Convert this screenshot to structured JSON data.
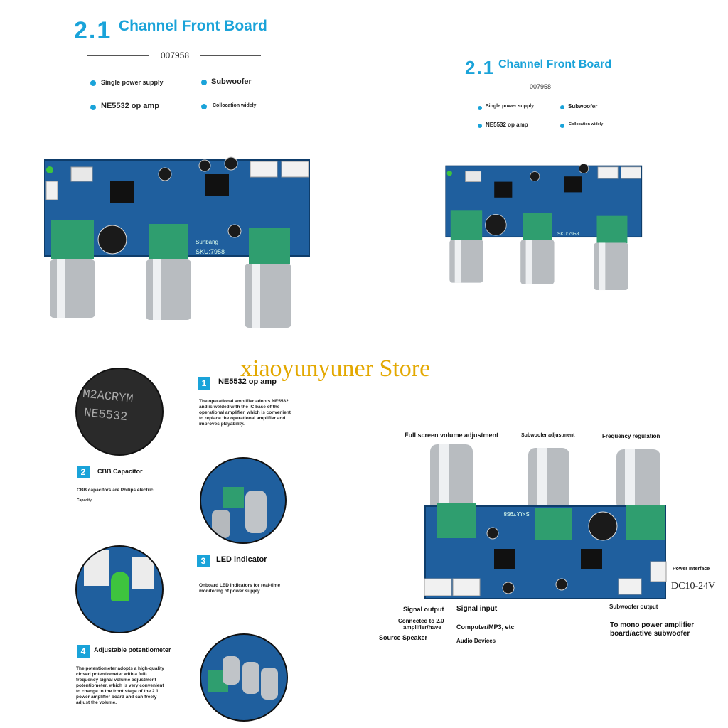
{
  "top_left": {
    "title_num": "2.1",
    "title_text": "Channel Front Board",
    "code": "007958",
    "features": [
      "Single power supply",
      "Subwoofer",
      "NE5532 op amp",
      "Collocation widely"
    ]
  },
  "top_right": {
    "title_num": "2.1",
    "title_text": "Channel Front Board",
    "code": "007958",
    "features": [
      "Single power supply",
      "Subwoofer",
      "NE5532 op amp",
      "Collocation widely"
    ]
  },
  "board_marks": {
    "brand": "Sunbang",
    "sku": "SKU:7958",
    "chip": "NE5532",
    "chip_top": "M2ACRYM"
  },
  "watermark": "xiaoyunyuner Store",
  "sections": [
    {
      "num": "1",
      "title": "NE5532 op amp",
      "desc": "The operational amplifier adopts NE5532 and is welded with the IC base of the operational amplifier, which is convenient to replace the operational amplifier and improves playability."
    },
    {
      "num": "2",
      "title": "CBB Capacitor",
      "desc": "CBB capacitors are Philips electric",
      "desc2": "Capacity"
    },
    {
      "num": "3",
      "title": "LED indicator",
      "desc": "Onboard LED indicators for real-time monitoring of power supply"
    },
    {
      "num": "4",
      "title": "Adjustable potentiometer",
      "desc": "The potentiometer adopts a high-quality closed potentiometer with a full-frequency signal volume adjustment potentiometer, which is very convenient to change to the front stage of the 2.1 power amplifier board and can freely adjust the volume."
    }
  ],
  "diagram": {
    "knob1": "Full screen volume adjustment",
    "knob2": "Subwoofer adjustment",
    "knob3": "Frequency regulation",
    "power_interface": "Power Interface",
    "voltage": "DC10-24V",
    "signal_output": "Signal output",
    "signal_output_desc1": "Connected to 2.0",
    "signal_output_desc2": "amplifier/have",
    "signal_output_desc3": "Source Speaker",
    "signal_input": "Signal input",
    "signal_input_desc1": "Computer/MP3, etc",
    "signal_input_desc2": "Audio Devices",
    "sub_output": "Subwoofer output",
    "sub_output_desc1": "To mono power amplifier",
    "sub_output_desc2": "board/active subwoofer"
  },
  "colors": {
    "accent": "#1aa3d9",
    "pcb": "#1f5f9e",
    "pot": "#2f9e6f",
    "watermark": "#e3a800"
  }
}
